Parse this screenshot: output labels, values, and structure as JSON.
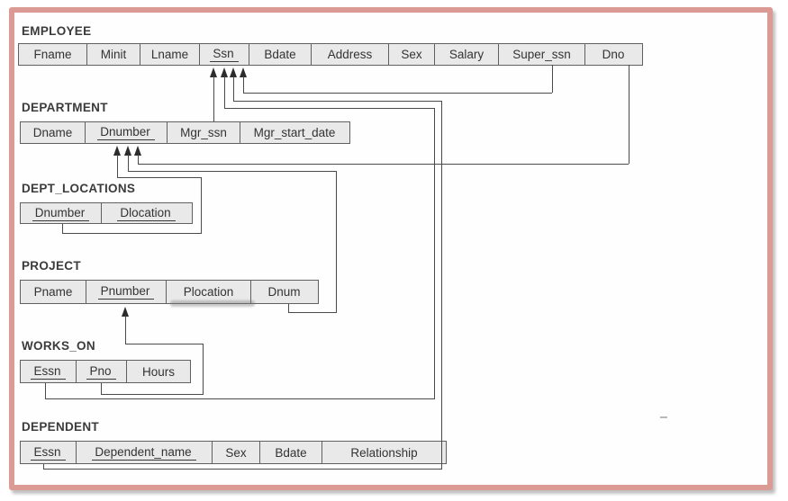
{
  "tables": [
    {
      "name": "EMPLOYEE",
      "columns": [
        {
          "label": "Fname",
          "key": false
        },
        {
          "label": "Minit",
          "key": false
        },
        {
          "label": "Lname",
          "key": false
        },
        {
          "label": "Ssn",
          "key": true
        },
        {
          "label": "Bdate",
          "key": false
        },
        {
          "label": "Address",
          "key": false
        },
        {
          "label": "Sex",
          "key": false
        },
        {
          "label": "Salary",
          "key": false
        },
        {
          "label": "Super_ssn",
          "key": false
        },
        {
          "label": "Dno",
          "key": false
        }
      ]
    },
    {
      "name": "DEPARTMENT",
      "columns": [
        {
          "label": "Dname",
          "key": false
        },
        {
          "label": "Dnumber",
          "key": true
        },
        {
          "label": "Mgr_ssn",
          "key": false
        },
        {
          "label": "Mgr_start_date",
          "key": false
        }
      ]
    },
    {
      "name": "DEPT_LOCATIONS",
      "columns": [
        {
          "label": "Dnumber",
          "key": true
        },
        {
          "label": "Dlocation",
          "key": true
        }
      ]
    },
    {
      "name": "PROJECT",
      "columns": [
        {
          "label": "Pname",
          "key": false
        },
        {
          "label": "Pnumber",
          "key": true
        },
        {
          "label": "Plocation",
          "key": false
        },
        {
          "label": "Dnum",
          "key": false
        }
      ]
    },
    {
      "name": "WORKS_ON",
      "columns": [
        {
          "label": "Essn",
          "key": true
        },
        {
          "label": "Pno",
          "key": true
        },
        {
          "label": "Hours",
          "key": false
        }
      ]
    },
    {
      "name": "DEPENDENT",
      "columns": [
        {
          "label": "Essn",
          "key": true
        },
        {
          "label": "Dependent_name",
          "key": true
        },
        {
          "label": "Sex",
          "key": false
        },
        {
          "label": "Bdate",
          "key": false
        },
        {
          "label": "Relationship",
          "key": false
        }
      ]
    }
  ],
  "relationships": [
    {
      "from": "DEPARTMENT.Mgr_ssn",
      "to": "EMPLOYEE.Ssn"
    },
    {
      "from": "EMPLOYEE.Super_ssn",
      "to": "EMPLOYEE.Ssn"
    },
    {
      "from": "WORKS_ON.Essn",
      "to": "EMPLOYEE.Ssn"
    },
    {
      "from": "DEPENDENT.Essn",
      "to": "EMPLOYEE.Ssn"
    },
    {
      "from": "EMPLOYEE.Dno",
      "to": "DEPARTMENT.Dnumber"
    },
    {
      "from": "PROJECT.Dnum",
      "to": "DEPARTMENT.Dnumber"
    },
    {
      "from": "DEPT_LOCATIONS.Dnumber",
      "to": "DEPARTMENT.Dnumber"
    },
    {
      "from": "WORKS_ON.Pno",
      "to": "PROJECT.Pnumber"
    }
  ],
  "colors": {
    "frame_border": "#db9a94",
    "cell_fill": "#e9e9e9",
    "cell_border": "#606060",
    "connector_line": "#4a4a4a",
    "text": "#333333"
  }
}
